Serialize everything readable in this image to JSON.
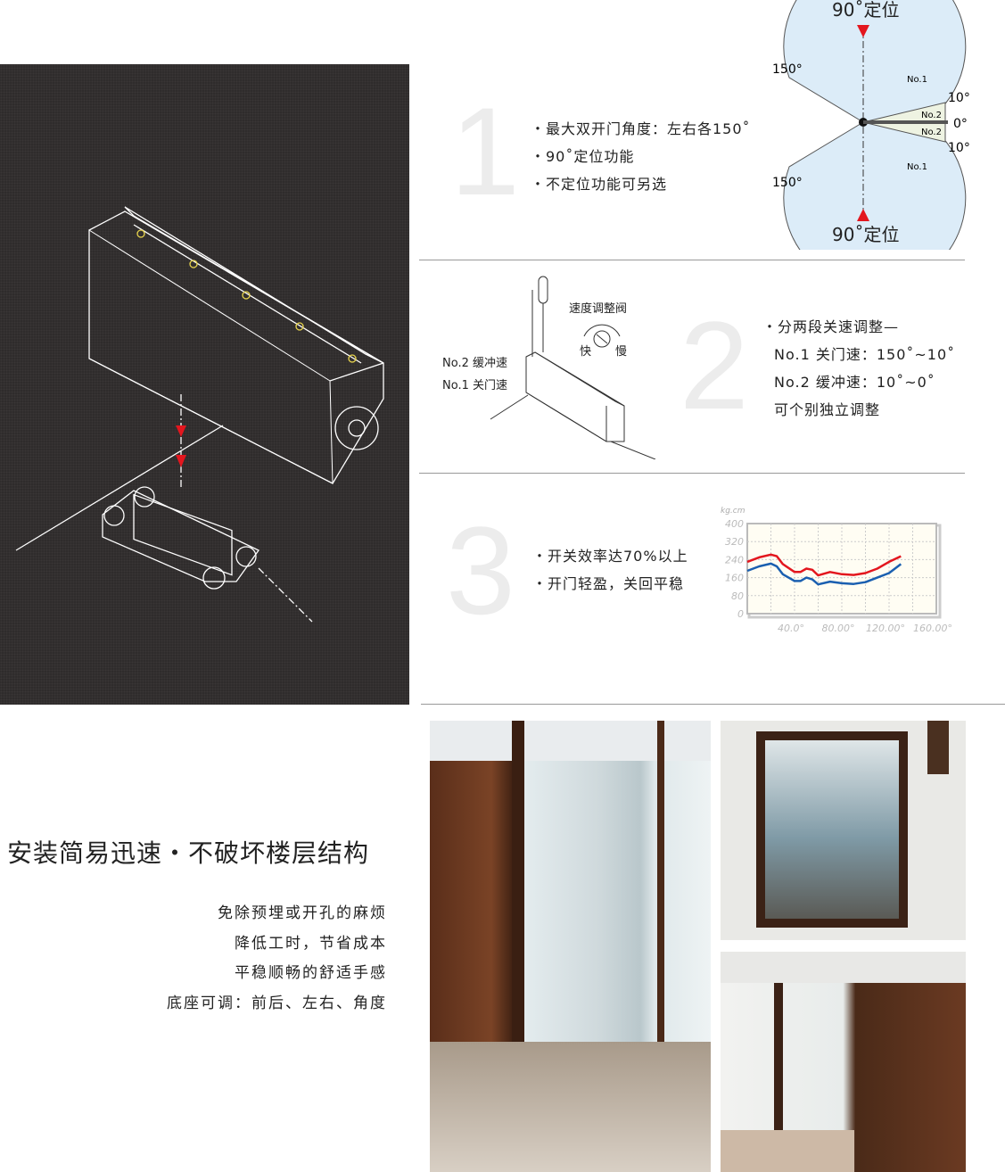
{
  "section1": {
    "number": "1",
    "bullets": [
      "・最大双开门角度：左右各150˚",
      "・90˚定位功能",
      "・不定位功能可另选"
    ],
    "diagram": {
      "top_label": "90˚定位",
      "bottom_label": "90˚定位",
      "angle_150_top": "150°",
      "angle_150_bottom": "150°",
      "angle_10_top": "10°",
      "angle_0": "0°",
      "angle_10_bottom": "10°",
      "no1_top": "No.1",
      "no1_bottom": "No.1",
      "no2_top": "No.2",
      "no2_bottom": "No.2"
    }
  },
  "section2": {
    "number": "2",
    "drawing": {
      "valve_label": "速度调整阀",
      "fast": "快",
      "slow": "慢",
      "no2": "No.2 缓冲速",
      "no1": "No.1 关门速"
    },
    "lines": [
      "・分两段关速调整—",
      "No.1 关门速：150˚~10˚",
      "No.2 缓冲速：10˚~0˚",
      "可个别独立调整"
    ]
  },
  "section3": {
    "number": "3",
    "bullets": [
      "・开关效率达70%以上",
      "・开门轻盈，关回平稳"
    ]
  },
  "chart_data": {
    "type": "line",
    "ylabel": "kg.cm",
    "ylim": [
      0,
      400
    ],
    "xlim": [
      0,
      160
    ],
    "yticks": [
      "400",
      "320",
      "240",
      "160",
      "80",
      "0"
    ],
    "xticks": [
      "40.0°",
      "80.00°",
      "120.00°",
      "160.00°"
    ],
    "grid": true,
    "series": [
      {
        "name": "upper",
        "color": "#e3161e",
        "x": [
          0,
          10,
          20,
          25,
          30,
          40,
          45,
          50,
          55,
          60,
          70,
          80,
          90,
          100,
          110,
          120,
          130
        ],
        "values": [
          230,
          250,
          262,
          255,
          220,
          185,
          185,
          200,
          195,
          170,
          185,
          175,
          172,
          180,
          200,
          230,
          255
        ]
      },
      {
        "name": "lower",
        "color": "#1a5fb0",
        "x": [
          0,
          10,
          20,
          25,
          30,
          40,
          45,
          50,
          55,
          60,
          70,
          80,
          90,
          100,
          110,
          120,
          130
        ],
        "values": [
          190,
          210,
          222,
          210,
          175,
          145,
          145,
          160,
          152,
          130,
          142,
          135,
          132,
          140,
          160,
          180,
          220
        ]
      }
    ]
  },
  "install": {
    "heading": "安装简易迅速・不破坏楼层结构",
    "lines": [
      "免除预埋或开孔的麻烦",
      "降低工时，节省成本",
      "平稳顺畅的舒适手感",
      "底座可调：前后、左右、角度"
    ]
  },
  "colors": {
    "accent": "#e3161e",
    "sector": "#dcecf8",
    "dark_panel": "#2f2c2c"
  }
}
